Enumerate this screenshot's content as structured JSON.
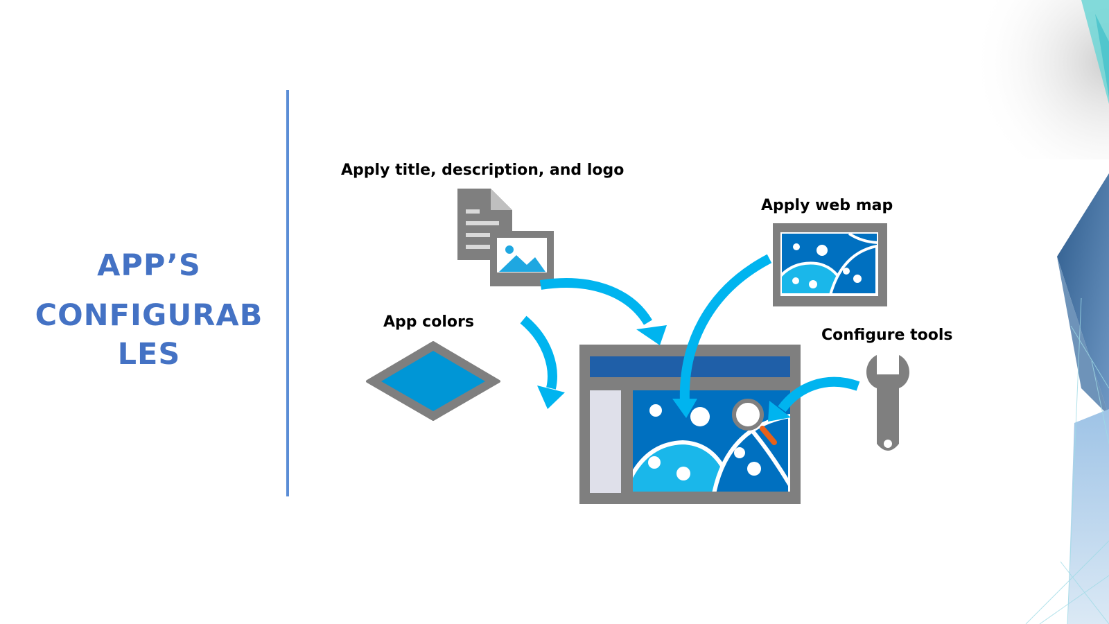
{
  "slide": {
    "title_line1": "APP’S",
    "title_line2": "CONFIGURAB",
    "title_line3": "LES"
  },
  "labels": {
    "title_desc_logo": "Apply title, description, and logo",
    "web_map": "Apply web map",
    "app_colors": "App colors",
    "configure_tools": "Configure tools"
  },
  "icons": {
    "document": "document-icon",
    "image": "image-icon",
    "web_map": "web-map-icon",
    "color_swatch": "color-swatch-icon",
    "app_window": "app-window-icon",
    "search": "magnifier-icon",
    "wrench": "wrench-icon"
  },
  "colors": {
    "title": "#4472c4",
    "divider": "#5b8dd6",
    "arrow": "#00b4ef",
    "frame_gray": "#7f7f7f",
    "map_dark": "#0070c0",
    "map_light": "#1ab7ea",
    "header_bar": "#1f5fa8",
    "swatch_fill": "#0096d6",
    "magnifier_handle": "#e8611a"
  }
}
